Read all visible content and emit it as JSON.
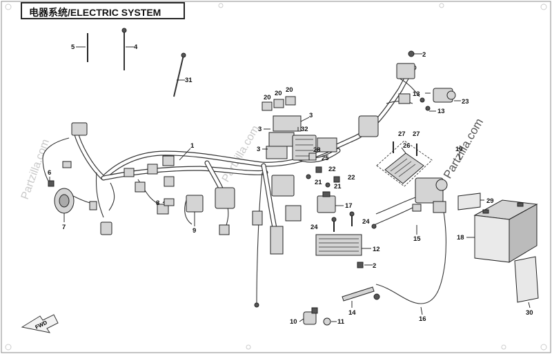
{
  "title": "电器系统/ELECTRIC SYSTEM",
  "watermark": "Partzilla.com",
  "fwd_label": "FWD",
  "callouts": [
    "1",
    "2",
    "2",
    "3",
    "3",
    "3",
    "4",
    "5",
    "6",
    "7",
    "8",
    "9",
    "10",
    "11",
    "12",
    "13",
    "13",
    "14",
    "15",
    "16",
    "17",
    "18",
    "19",
    "20",
    "20",
    "20",
    "21",
    "21",
    "22",
    "22",
    "23",
    "24",
    "24",
    "25",
    "26",
    "27",
    "27",
    "28",
    "29",
    "30",
    "31",
    "32"
  ]
}
